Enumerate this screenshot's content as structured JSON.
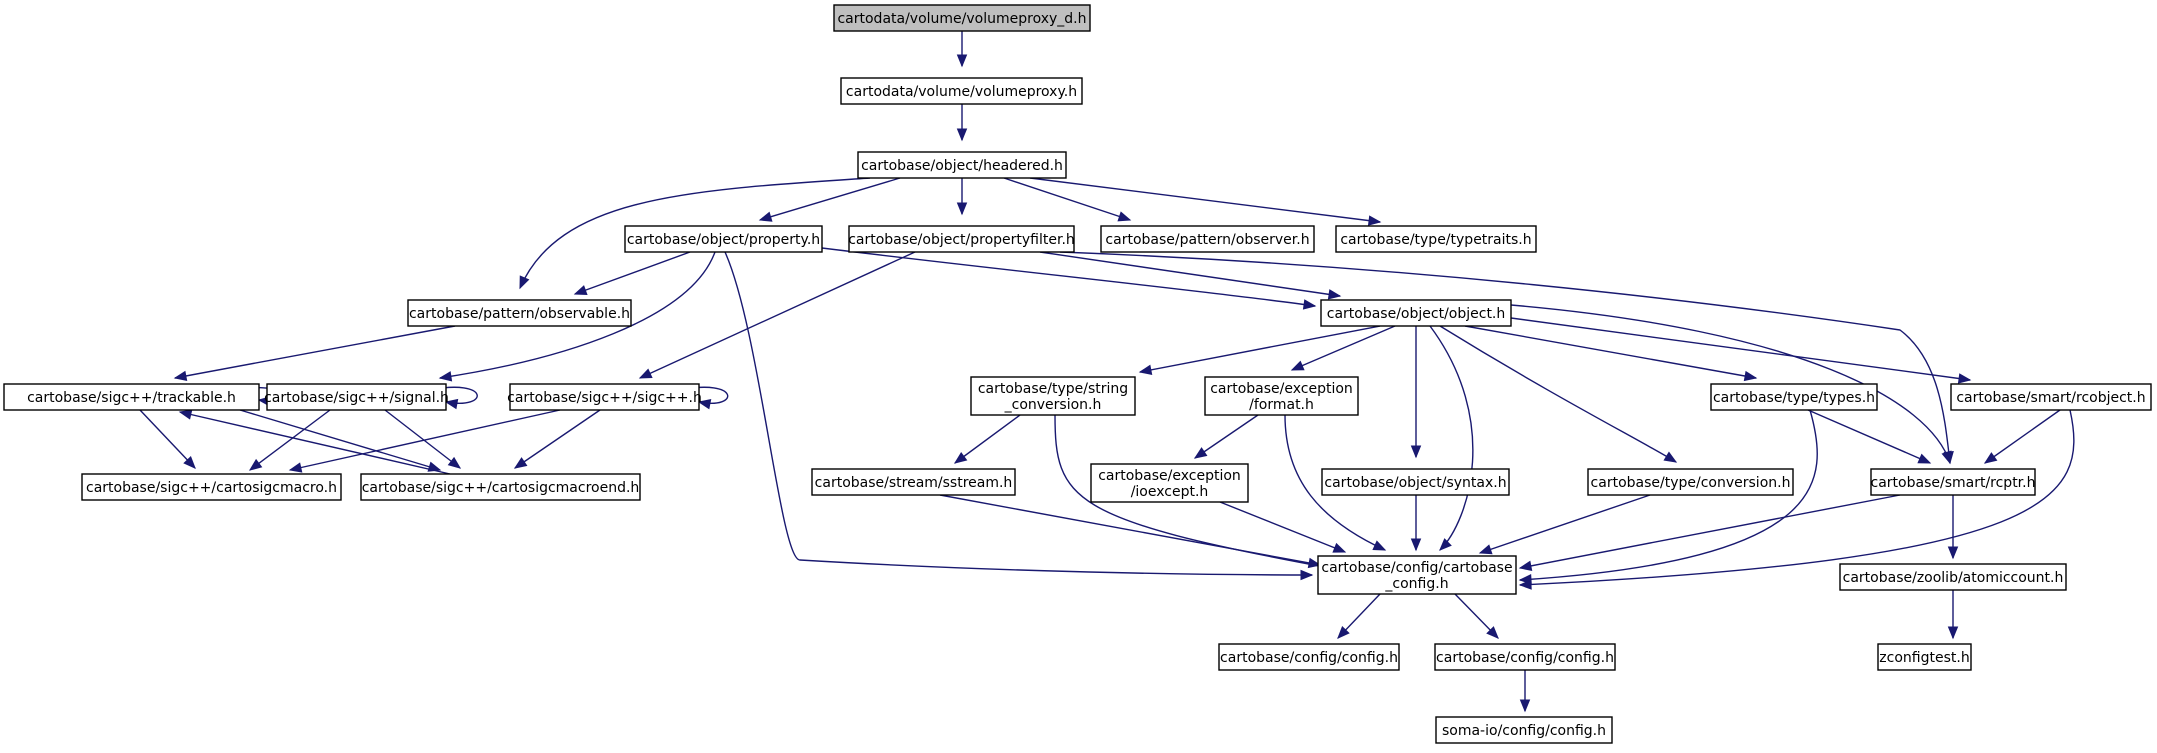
{
  "diagram": {
    "edge_color": "#191970",
    "root_fill": "#bfbfbf",
    "nodes": [
      {
        "id": "n0",
        "label": [
          "cartodata/volume/volumeproxy_d.h"
        ],
        "root": true
      },
      {
        "id": "n1",
        "label": [
          "cartodata/volume/volumeproxy.h"
        ]
      },
      {
        "id": "n2",
        "label": [
          "cartobase/object/headered.h"
        ]
      },
      {
        "id": "n3",
        "label": [
          "cartobase/object/property.h"
        ]
      },
      {
        "id": "n4",
        "label": [
          "cartobase/object/propertyfilter.h"
        ]
      },
      {
        "id": "n5",
        "label": [
          "cartobase/pattern/observer.h"
        ]
      },
      {
        "id": "n6",
        "label": [
          "cartobase/type/typetraits.h"
        ]
      },
      {
        "id": "n7",
        "label": [
          "cartobase/pattern/observable.h"
        ]
      },
      {
        "id": "n8",
        "label": [
          "cartobase/object/object.h"
        ]
      },
      {
        "id": "n9",
        "label": [
          "cartobase/sigc++/trackable.h"
        ]
      },
      {
        "id": "n10",
        "label": [
          "cartobase/sigc++/signal.h"
        ]
      },
      {
        "id": "n11",
        "label": [
          "cartobase/sigc++/sigc++.h"
        ]
      },
      {
        "id": "n12",
        "label": [
          "cartobase/type/string",
          "_conversion.h"
        ]
      },
      {
        "id": "n13",
        "label": [
          "cartobase/exception",
          "/format.h"
        ]
      },
      {
        "id": "n14",
        "label": [
          "cartobase/type/types.h"
        ]
      },
      {
        "id": "n15",
        "label": [
          "cartobase/smart/rcobject.h"
        ]
      },
      {
        "id": "n16",
        "label": [
          "cartobase/sigc++/cartosigcmacro.h"
        ]
      },
      {
        "id": "n17",
        "label": [
          "cartobase/sigc++/cartosigcmacroend.h"
        ]
      },
      {
        "id": "n18",
        "label": [
          "cartobase/stream/sstream.h"
        ]
      },
      {
        "id": "n19",
        "label": [
          "cartobase/exception",
          "/ioexcept.h"
        ]
      },
      {
        "id": "n20",
        "label": [
          "cartobase/object/syntax.h"
        ]
      },
      {
        "id": "n21",
        "label": [
          "cartobase/type/conversion.h"
        ]
      },
      {
        "id": "n22",
        "label": [
          "cartobase/smart/rcptr.h"
        ]
      },
      {
        "id": "n23",
        "label": [
          "cartobase/config/cartobase",
          "_config.h"
        ]
      },
      {
        "id": "n24",
        "label": [
          "cartobase/zoolib/atomiccount.h"
        ]
      },
      {
        "id": "n25",
        "label": [
          "cartobase/config/config.h"
        ]
      },
      {
        "id": "n26",
        "label": [
          "cartobase/config/config.h"
        ]
      },
      {
        "id": "n27",
        "label": [
          "zconfigtest.h"
        ]
      },
      {
        "id": "n28",
        "label": [
          "soma-io/config/config.h"
        ]
      }
    ],
    "edges": [
      [
        "n0",
        "n1"
      ],
      [
        "n1",
        "n2"
      ],
      [
        "n2",
        "n7"
      ],
      [
        "n2",
        "n3"
      ],
      [
        "n2",
        "n4"
      ],
      [
        "n2",
        "n5"
      ],
      [
        "n2",
        "n6"
      ],
      [
        "n3",
        "n7"
      ],
      [
        "n3",
        "n10"
      ],
      [
        "n3",
        "n8"
      ],
      [
        "n3",
        "n23"
      ],
      [
        "n4",
        "n11"
      ],
      [
        "n4",
        "n8"
      ],
      [
        "n4",
        "n22"
      ],
      [
        "n7",
        "n9"
      ],
      [
        "n8",
        "n12"
      ],
      [
        "n8",
        "n13"
      ],
      [
        "n8",
        "n20"
      ],
      [
        "n8",
        "n23"
      ],
      [
        "n8",
        "n21"
      ],
      [
        "n8",
        "n14"
      ],
      [
        "n8",
        "n15"
      ],
      [
        "n8",
        "n22"
      ],
      [
        "n9",
        "n9"
      ],
      [
        "n9",
        "n16"
      ],
      [
        "n9",
        "n17"
      ],
      [
        "n10",
        "n10"
      ],
      [
        "n10",
        "n16"
      ],
      [
        "n10",
        "n17"
      ],
      [
        "n11",
        "n11"
      ],
      [
        "n11",
        "n16"
      ],
      [
        "n11",
        "n17"
      ],
      [
        "n12",
        "n18"
      ],
      [
        "n12",
        "n23"
      ],
      [
        "n13",
        "n19"
      ],
      [
        "n13",
        "n23"
      ],
      [
        "n14",
        "n23"
      ],
      [
        "n14",
        "n22"
      ],
      [
        "n15",
        "n22"
      ],
      [
        "n15",
        "n23"
      ],
      [
        "n17",
        "n9"
      ],
      [
        "n18",
        "n23"
      ],
      [
        "n19",
        "n23"
      ],
      [
        "n20",
        "n23"
      ],
      [
        "n21",
        "n23"
      ],
      [
        "n22",
        "n23"
      ],
      [
        "n22",
        "n24"
      ],
      [
        "n23",
        "n25"
      ],
      [
        "n23",
        "n26"
      ],
      [
        "n24",
        "n27"
      ],
      [
        "n26",
        "n28"
      ]
    ]
  }
}
